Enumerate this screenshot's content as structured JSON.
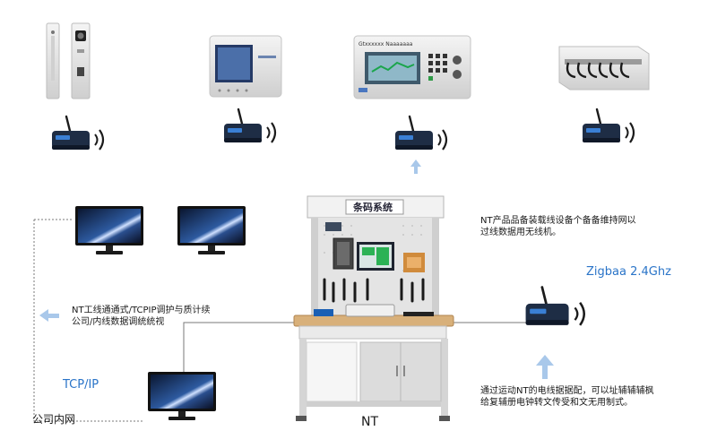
{
  "cabinet_sign": "条码系统",
  "label_nt": "NT",
  "label_tcpip": "TCP/IP",
  "label_intranet": "公司内网",
  "label_zigbee": "Zigbaa 2.4Ghz",
  "desc_top": [
    "NT产品品备装载线设备个备备维持网以",
    "过线数据用无线机。"
  ],
  "desc_left": [
    "NT工线通通式/TCPIP调护与质计续",
    "公司/内线数据调统统视"
  ],
  "desc_bottom": [
    "通过运动NT的电线据据配，可以址辅辅辅枫",
    "给复辅册电钟转文传受和文无用制式。"
  ],
  "device_brand": "Gtxxxxxx Naaaaaaa",
  "colors": {
    "arrow": "#a9c8ea",
    "dongle": "#1e2d45",
    "dongle_led": "#3a7fd4",
    "frame": "#e6e6e6",
    "table_top": "#d8b07a",
    "screen": "#0d1a33"
  }
}
